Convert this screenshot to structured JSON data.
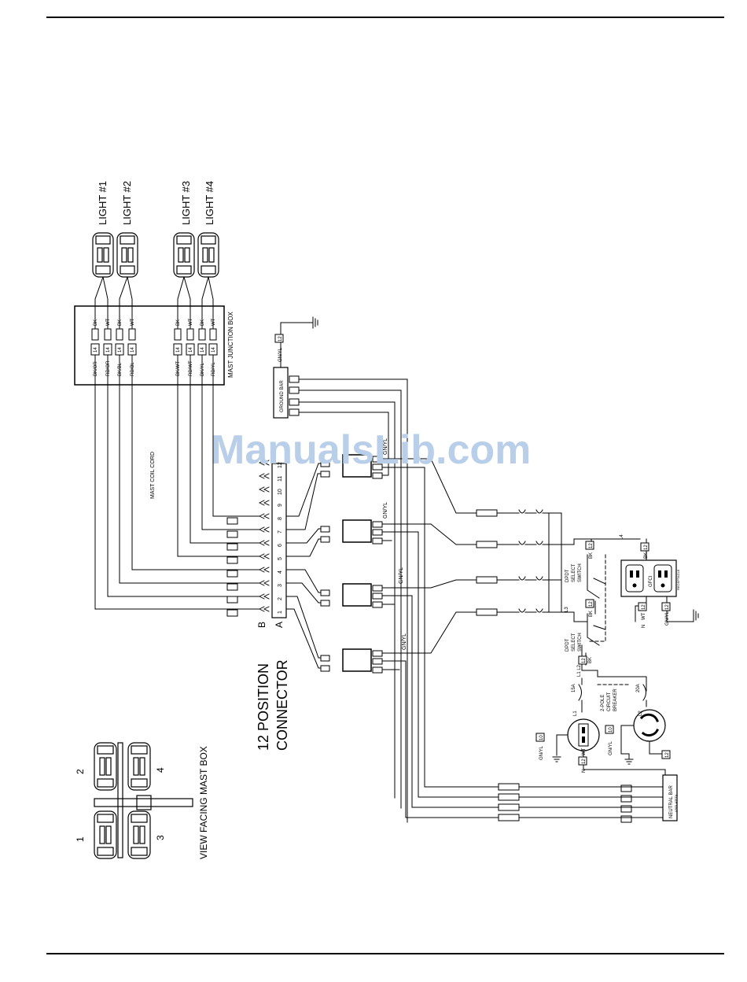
{
  "lights": [
    "LIGHT #1",
    "LIGHT #2",
    "LIGHT #3",
    "LIGHT #4"
  ],
  "junction_box": {
    "title": "MAST JUNCTION BOX",
    "top_labels": [
      "BK",
      "WT",
      "BK",
      "WT",
      "BK",
      "WT",
      "BK",
      "WT"
    ],
    "gauge": "14",
    "bottom_labels": [
      "BK/OR",
      "RD/OR",
      "BK/BL",
      "RD/BL",
      "BK/WT",
      "RD/WT",
      "BK/YL",
      "RD/YL"
    ]
  },
  "coil_cord_label": "MAST COIL CORD",
  "ground_bar": {
    "label": "GROUND BAR",
    "wire_label": "GN/YL",
    "gauge": "12"
  },
  "connector": {
    "pin_numbers": [
      "1",
      "2",
      "3",
      "4",
      "5",
      "6",
      "7",
      "8",
      "9",
      "10",
      "11",
      "12"
    ],
    "side_a": "A",
    "side_b": "B",
    "title_line1": "12 POSITION",
    "title_line2": "CONNECTOR"
  },
  "ballast_wire_labels": [
    "GN/YL",
    "GN/YL",
    "GN/YL",
    "GN/YL"
  ],
  "selector_switches": [
    {
      "line1": "DPDT",
      "line2": "SELECT",
      "line3": "SWITCH"
    },
    {
      "line1": "DPDT",
      "line2": "SELECT",
      "line3": "SWITCH"
    }
  ],
  "line_labels": {
    "l3": "L3",
    "l4": "L4",
    "l1_l2": "L1 L2"
  },
  "wire_tags": {
    "bk": "BK",
    "wt": "WT",
    "gnyl": "GN/YL",
    "n": "N",
    "gauge12": "12",
    "gauge10": "10"
  },
  "gfci": {
    "label": "GFCI",
    "sub": "RECEPTACLE"
  },
  "breaker": {
    "label_line1": "2-POLE",
    "label_line2": "CIRCUIT",
    "label_line3": "BREAKER",
    "left_rating": "15A",
    "right_rating": "20A"
  },
  "receptacles": {
    "left_tag": "L1",
    "right_tag": "L2"
  },
  "neutral_bar": {
    "label": "NEUTRAL BAR",
    "sub": "(ISOLATED)"
  },
  "mast_view": {
    "positions": [
      "1",
      "2",
      "3",
      "4"
    ],
    "caption": "VIEW FACING MAST BOX"
  },
  "watermark": "ManualsLib.com"
}
